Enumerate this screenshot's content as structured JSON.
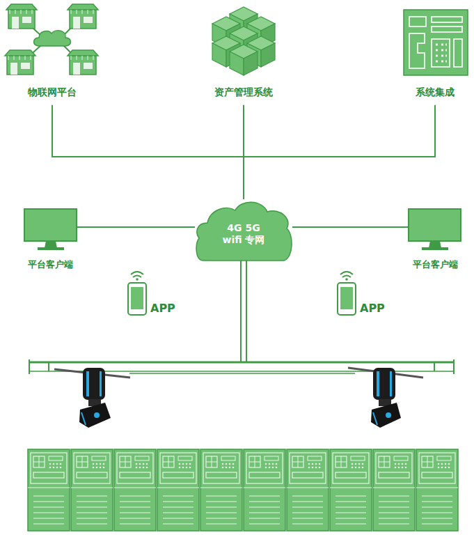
{
  "diagram": {
    "nodes": [
      {
        "text": [
          "物联网平台"
        ]
      },
      {
        "text": [
          "资产管理系统"
        ]
      },
      {
        "text": [
          "系统集成"
        ]
      },
      {
        "text": [
          "平台客户端"
        ]
      },
      {
        "text": [
          "4G 5G wifi 专网"
        ]
      },
      {
        "text": [
          "平台客户端"
        ]
      },
      {
        "text": [
          "APP"
        ]
      },
      {
        "text": [
          "APP"
        ]
      }
    ],
    "edges": [
      {
        "from": 0,
        "to": 4,
        "arrow": "none"
      },
      {
        "from": 1,
        "to": 4,
        "arrow": "none"
      },
      {
        "from": 2,
        "to": 4,
        "arrow": "none"
      },
      {
        "from": 3,
        "to": 4,
        "arrow": "none"
      },
      {
        "from": 5,
        "to": 4,
        "arrow": "none"
      }
    ]
  }
}
